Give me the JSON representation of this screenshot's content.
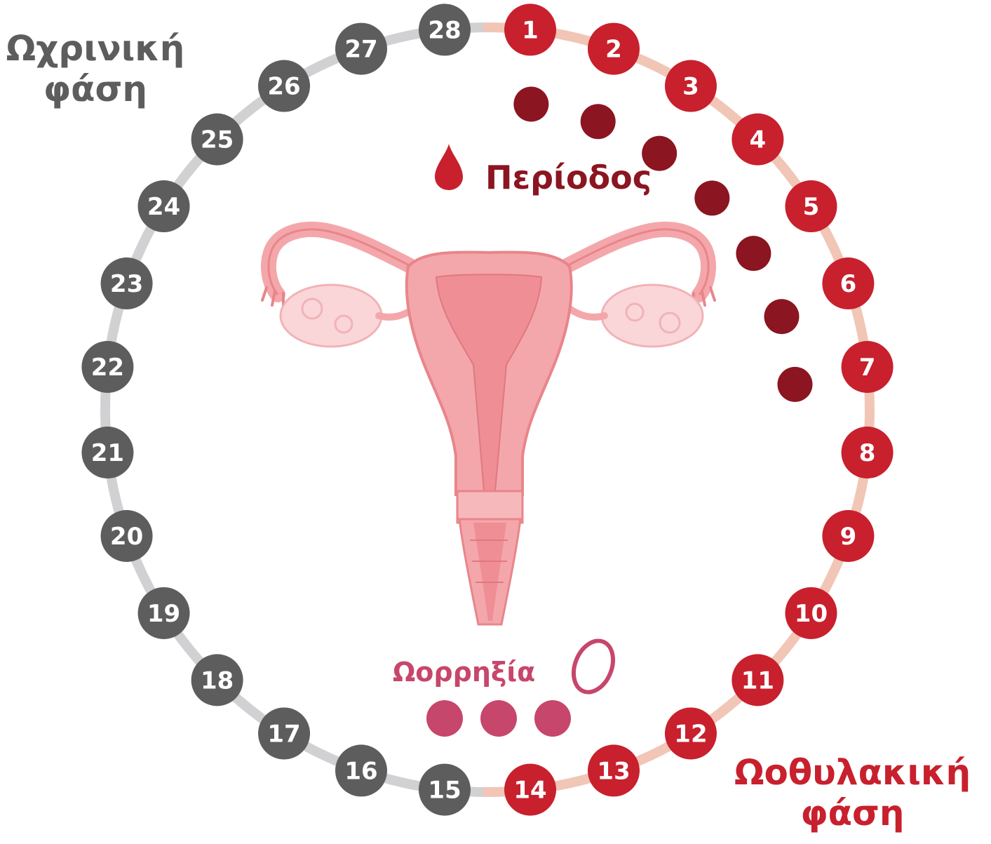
{
  "luteal_phase": {
    "line1": "Ωχρινική",
    "line2": "φάση"
  },
  "follicular_phase": {
    "line1": "Ωοθυλακική",
    "line2": "φάση"
  },
  "period": {
    "label": "Περίοδος"
  },
  "ovulation": {
    "label": "Ωορρηξία"
  },
  "cycle": {
    "days": 28,
    "follicular_days": [
      1,
      2,
      3,
      4,
      5,
      6,
      7,
      8,
      9,
      10,
      11,
      12,
      13,
      14
    ],
    "luteal_days": [
      15,
      16,
      17,
      18,
      19,
      20,
      21,
      22,
      23,
      24,
      25,
      26,
      27,
      28
    ],
    "period_days": 7,
    "ovulation_dots": 3
  },
  "colors": {
    "follicular_badge": "#c8202d",
    "luteal_badge": "#5d5d5d",
    "follicular_ring": "#f1c6b6",
    "luteal_ring": "#d1d1d3",
    "period_dot": "#8b1520",
    "ovulation": "#c7466b",
    "uterus_fill": "#f4a7ab",
    "uterus_stroke": "#e8858b"
  },
  "icons": [
    "blood-drop-icon",
    "egg-icon",
    "uterus-illustration"
  ]
}
